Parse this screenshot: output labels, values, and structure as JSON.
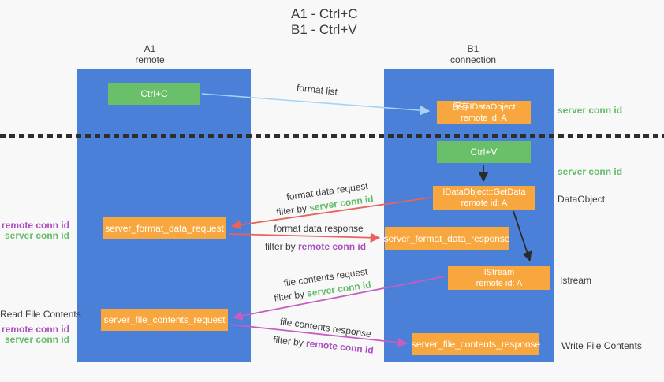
{
  "title": {
    "line1": "A1 - Ctrl+C",
    "line2": "B1 - Ctrl+V"
  },
  "lanes": {
    "a1": {
      "name": "A1",
      "role": "remote"
    },
    "b1": {
      "name": "B1",
      "role": "connection"
    }
  },
  "nodes": {
    "ctrl_c": {
      "label": "Ctrl+C"
    },
    "ctrl_v": {
      "label": "Ctrl+V"
    },
    "save_idataobject": {
      "line1": "保存IDataObject",
      "line2": "remote id: A"
    },
    "idataobject_getdata": {
      "line1": "IDataObject::GetData",
      "line2": "remote id: A"
    },
    "istream": {
      "line1": "IStream",
      "line2": "remote id: A"
    },
    "server_format_data_request": {
      "label": "server_format_data_request"
    },
    "server_format_data_response": {
      "label": "server_format_data_response"
    },
    "server_file_contents_request": {
      "label": "server_file_contents_request"
    },
    "server_file_contents_response": {
      "label": "server_file_contents_response"
    }
  },
  "edge_labels": {
    "format_list": "format list",
    "format_data_request": "format data request",
    "format_data_response": "format data response",
    "file_contents_request": "file contents request",
    "file_contents_response": "file contents response",
    "filter_by": "filter by",
    "server_conn_id": "server conn id",
    "remote_conn_id": "remote conn id"
  },
  "side_labels": {
    "server_conn_id": "server conn id",
    "remote_conn_id": "remote conn id",
    "dataobject": "DataObject",
    "istream": "Istream",
    "read_file_contents": "Read File Contents",
    "write_file_contents": "Write File Contents"
  },
  "colors": {
    "background": "#f8f8f8",
    "lane_blue": "#4a80d8",
    "node_green": "#6abf69",
    "node_orange": "#f7a73e",
    "arrow_red": "#e8635c",
    "arrow_magenta": "#c45ec4",
    "arrow_light_blue": "#a7d3f1",
    "arrow_black": "#2b2b2b",
    "text_green": "#64bb68",
    "text_purple": "#ab4ec0",
    "text_dark": "#3b3b3b"
  }
}
